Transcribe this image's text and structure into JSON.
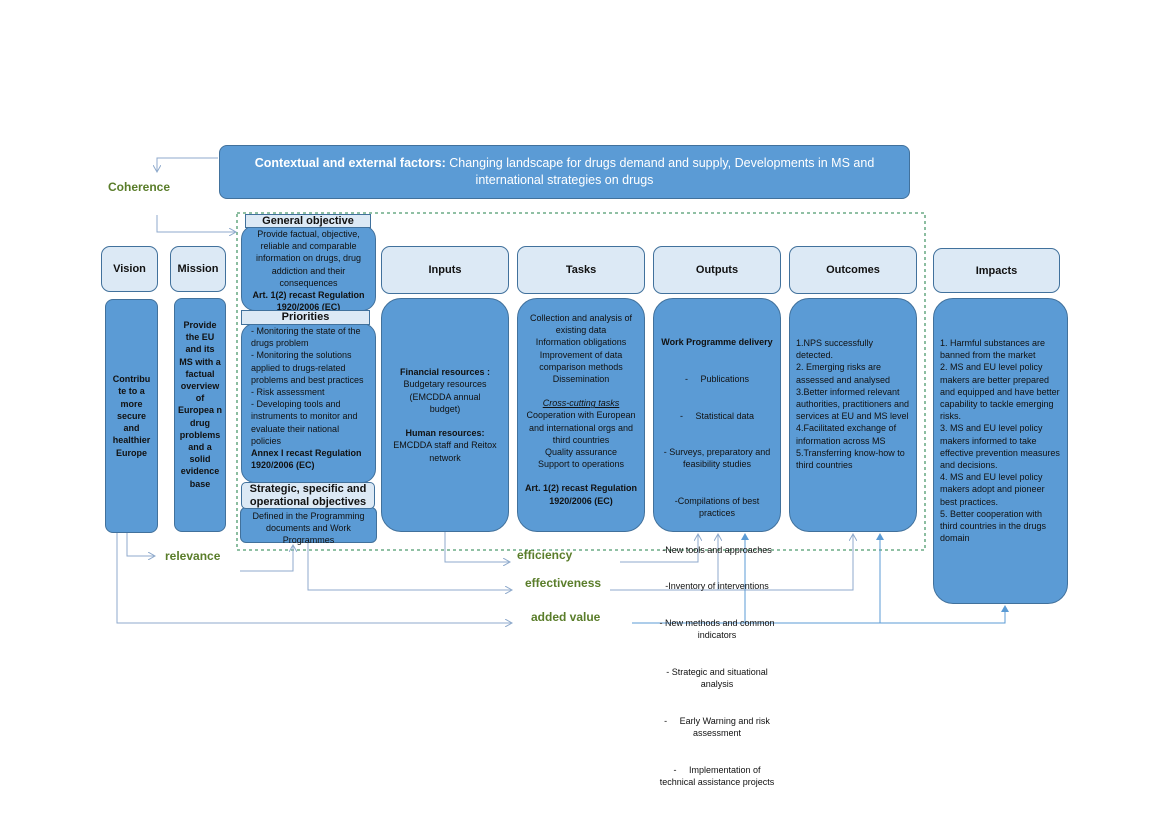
{
  "context": {
    "title": "Contextual and external factors:",
    "text": "Changing landscape for drugs demand and supply, Developments in MS and international strategies on drugs"
  },
  "criteria": {
    "coherence": "Coherence",
    "relevance": "relevance",
    "efficiency": "efficiency",
    "effectiveness": "effectiveness",
    "added_value": "added value"
  },
  "vision": {
    "header": "Vision",
    "body": "Contribu te to a more secure and healthier Europe"
  },
  "mission": {
    "header": "Mission",
    "body": "Provide the EU and its MS with a factual overview of Europea n drug problems and a solid evidence base"
  },
  "general_objective": {
    "label": "General objective",
    "text": "Provide factual, objective, reliable and comparable information on drugs, drug addiction and their consequences",
    "ref": "Art. 1(2) recast Regulation 1920/2006 (EC)"
  },
  "priorities": {
    "label": "Priorities",
    "items": [
      "- Monitoring the state of the drugs problem",
      "- Monitoring the solutions applied to drugs-related problems and best practices",
      "- Risk assessment",
      "- Developing tools and instruments to monitor and evaluate their national policies"
    ],
    "ref": "Annex I recast Regulation 1920/2006 (EC)"
  },
  "strategic": {
    "label": "Strategic, specific and operational objectives",
    "text": "Defined in the Programming documents and Work Programmes"
  },
  "inputs": {
    "header": "Inputs",
    "fin_title": "Financial resources :",
    "fin_text": "Budgetary resources (EMCDDA annual budget)",
    "hum_title": "Human resources:",
    "hum_text": "EMCDDA staff and Reitox network"
  },
  "tasks": {
    "header": "Tasks",
    "items": [
      "Collection and analysis of existing data",
      "Information obligations",
      "Improvement of data comparison methods",
      "Dissemination"
    ],
    "cross_title": "Cross-cutting tasks",
    "cross_items": [
      "Cooperation with European and international orgs and third countries",
      "Quality assurance",
      "Support to operations"
    ],
    "ref": "Art. 1(2) recast Regulation 1920/2006 (EC)"
  },
  "outputs": {
    "header": "Outputs",
    "title": "Work Programme delivery",
    "items": [
      "-     Publications",
      "-     Statistical data",
      "- Surveys, preparatory and feasibility studies",
      "-Compilations of best practices",
      "-New tools and approaches",
      "-Inventory of interventions",
      "- New methods and common indicators",
      "- Strategic and situational analysis",
      "-     Early Warning and risk assessment",
      "-     Implementation of technical assistance projects"
    ]
  },
  "outcomes": {
    "header": "Outcomes",
    "items": [
      "1.NPS successfully detected.",
      "2. Emerging risks are assessed and analysed",
      "3.Better informed relevant authorities, practitioners and services at EU and MS level",
      "4.Facilitated exchange of information across MS",
      "5.Transferring know-how to third countries"
    ]
  },
  "impacts": {
    "header": "Impacts",
    "items": [
      "1. Harmful substances are banned from the market",
      "2. MS and EU level policy makers are better prepared and equipped and have better capability to tackle emerging risks.",
      "3. MS and EU level policy makers informed to take effective prevention measures and decisions.",
      "4. MS and EU level policy makers adopt and pioneer best practices.",
      "5. Better cooperation with third countries in the drugs domain"
    ]
  }
}
